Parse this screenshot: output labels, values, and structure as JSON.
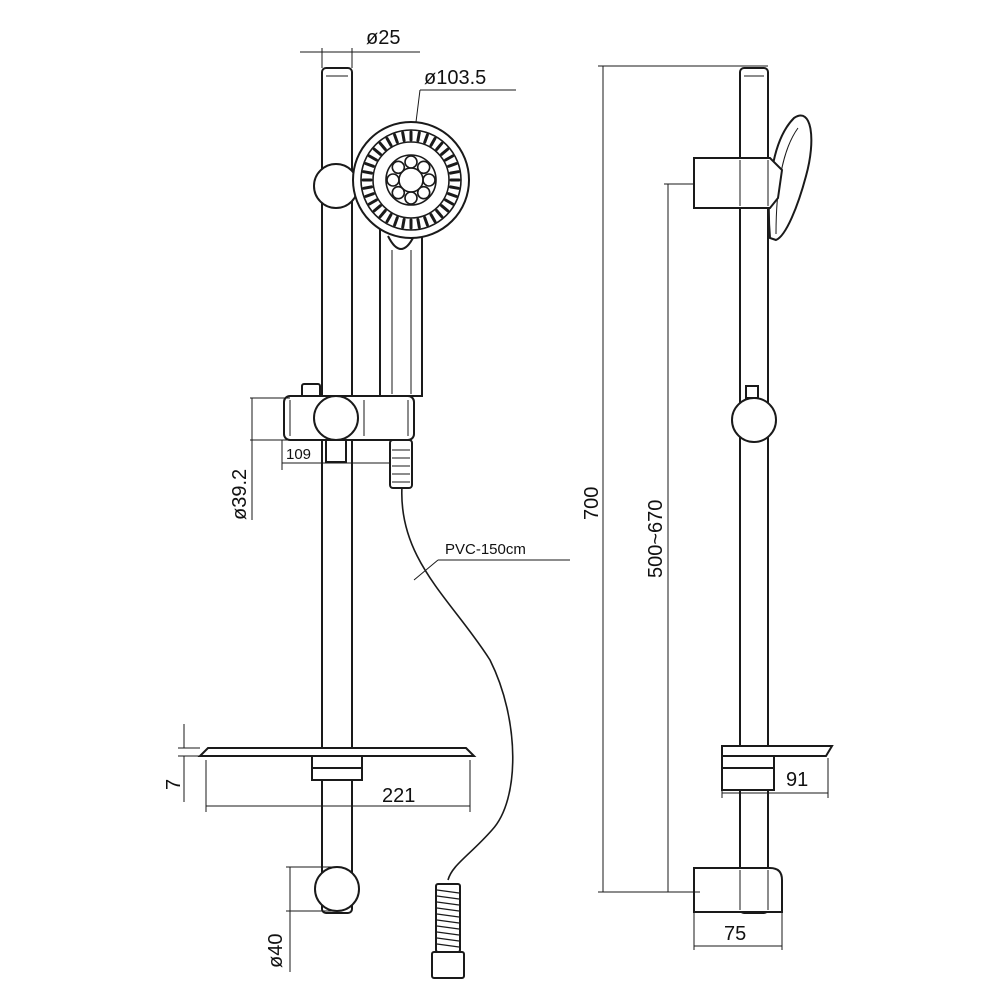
{
  "dimensions": {
    "rail_diameter": "ø25",
    "head_diameter": "ø103.5",
    "holder_width": "109",
    "holder_diameter": "ø39.2",
    "hose": "PVC-150cm",
    "dish_thickness": "7",
    "dish_width": "221",
    "bracket_diameter": "ø40",
    "total_height": "700",
    "adjust_range": "500~670",
    "dish_depth": "91",
    "bracket_depth": "75"
  },
  "colors": {
    "line": "#1a1a1a",
    "background": "#ffffff"
  }
}
